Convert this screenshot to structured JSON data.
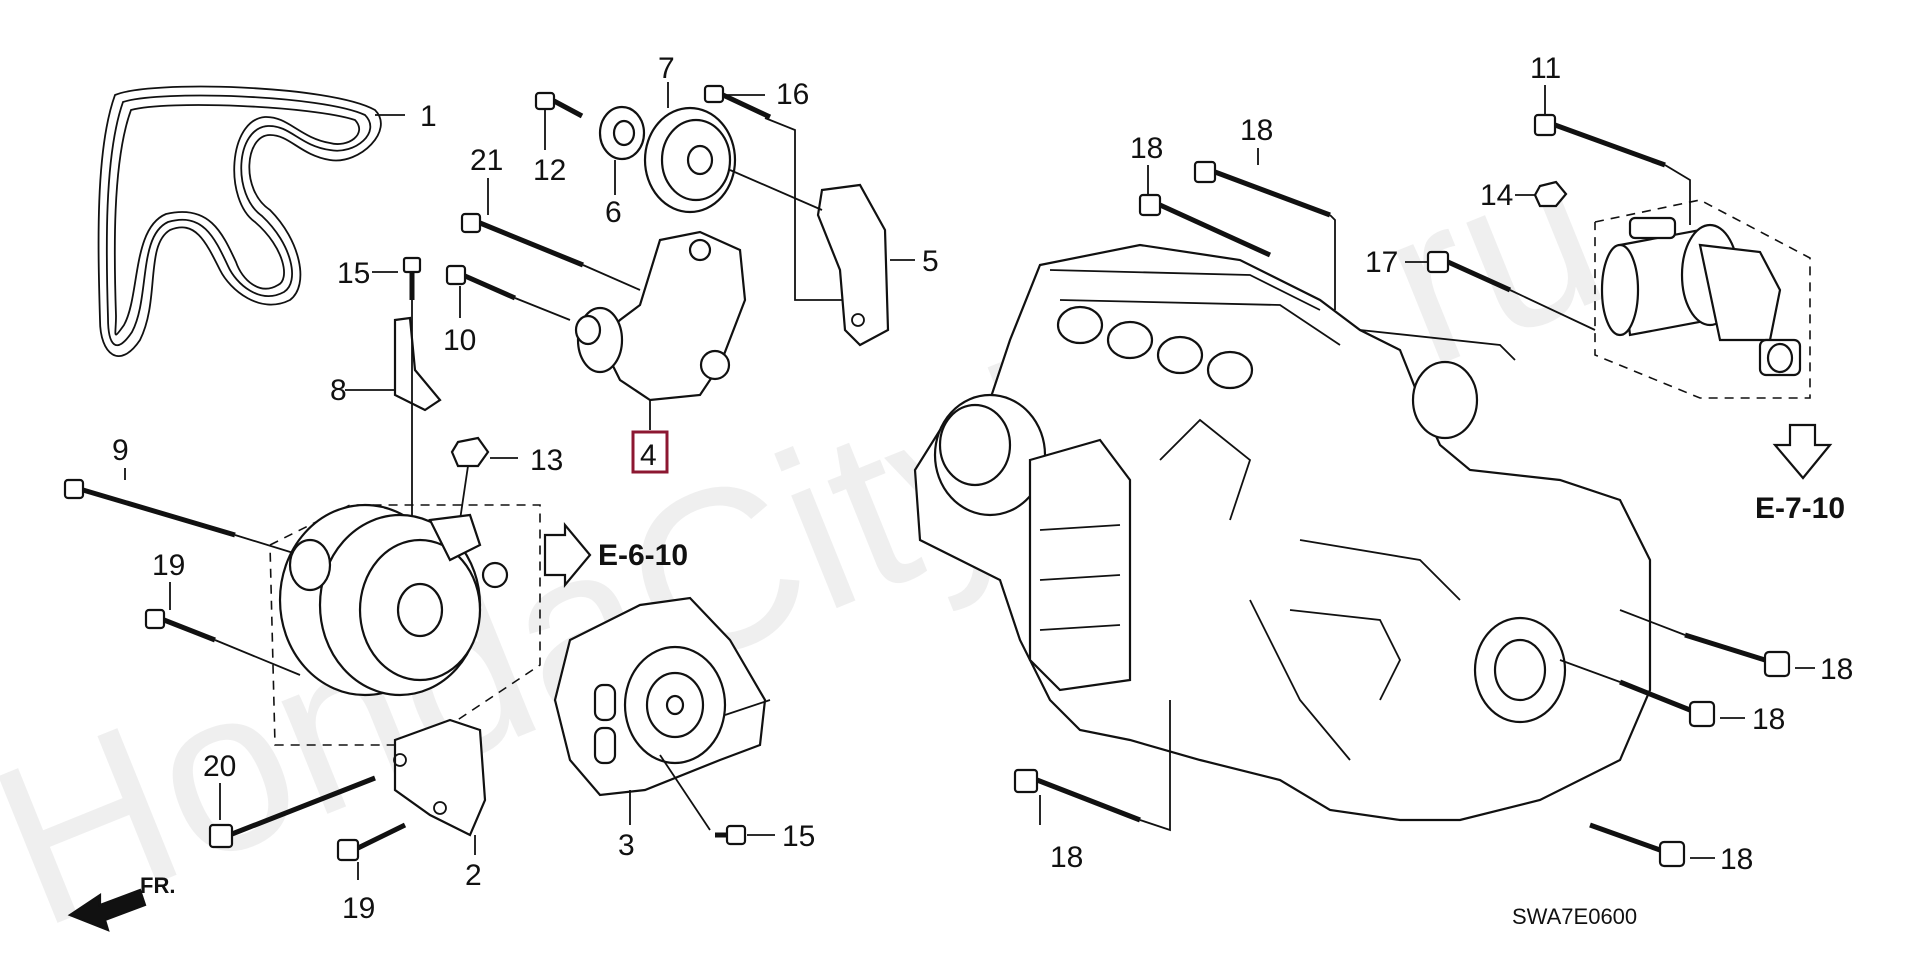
{
  "watermark": "HondaCityline.ru",
  "diagram_code": "SWA7E0600",
  "front_marker": "FR.",
  "refs": {
    "alternator": "E-6-10",
    "starter": "E-7-10"
  },
  "callouts": {
    "c1": "1",
    "c2": "2",
    "c3": "3",
    "c4": "4",
    "c5": "5",
    "c6": "6",
    "c7": "7",
    "c8": "8",
    "c9": "9",
    "c10": "10",
    "c11": "11",
    "c12": "12",
    "c13": "13",
    "c14": "14",
    "c15a": "15",
    "c15b": "15",
    "c16": "16",
    "c17": "17",
    "c18a": "18",
    "c18b": "18",
    "c18c": "18",
    "c18d": "18",
    "c18e": "18",
    "c18f": "18",
    "c19a": "19",
    "c19b": "19",
    "c20": "20",
    "c21": "21"
  },
  "highlight": {
    "part": "4",
    "color": "#8c1731"
  }
}
